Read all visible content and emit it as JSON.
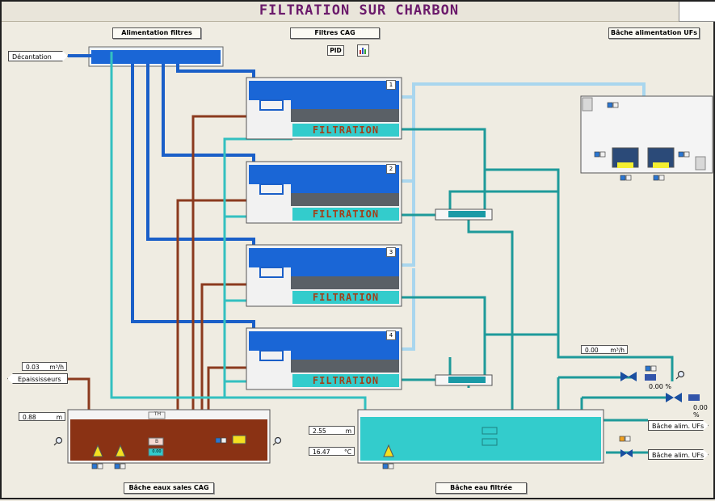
{
  "title": "FILTRATION SUR CHARBON",
  "buttons": {
    "alimentation_filtres": "Alimentation filtres",
    "filtres_cag": "Filtres CAG",
    "bache_alim_ufs": "Bâche alimentation UFs",
    "bache_eaux_sales": "Bâche eaux sales CAG",
    "bache_eau_filtree": "Bâche eau filtrée",
    "pid": "PID"
  },
  "tags": {
    "decantation": "Décantation",
    "epaississeurs": "Epaississeurs",
    "bache_alim_ufs_1": "Bâche alim. UFs",
    "bache_alim_ufs_2": "Bâche alim. UFs"
  },
  "filters": [
    {
      "number": "1",
      "label": "FILTRATION"
    },
    {
      "number": "2",
      "label": "FILTRATION"
    },
    {
      "number": "3",
      "label": "FILTRATION"
    },
    {
      "number": "4",
      "label": "FILTRATION"
    }
  ],
  "measurements": {
    "epaississeurs_flow": {
      "value": "0.03",
      "unit": "m³/h"
    },
    "bache_sales_level": {
      "value": "0.88",
      "unit": "m"
    },
    "bache_filtree_level": {
      "value": "2.55",
      "unit": "m"
    },
    "bache_filtree_temp": {
      "value": "16.47",
      "unit": "°C"
    },
    "uf_flow": {
      "value": "0.00",
      "unit": "m³/h"
    }
  },
  "valve_percent": [
    "0.00 %",
    "0.00 %"
  ],
  "tank_labels": {
    "th": "TH",
    "b": "B",
    "sub": "0.00"
  },
  "colors": {
    "water_blue": "#1a66d6",
    "cyan_water": "#33cccc",
    "brown_pipe": "#8b3a1e",
    "light_blue_pipe": "#a9d6ee",
    "teal_pipe": "#1e9a9a",
    "sludge": "#8a3214",
    "title": "#6b1a6b"
  },
  "icons": {
    "magnifier": "magnifier-icon",
    "chart": "chart-icon",
    "pump": "pump-icon",
    "valve": "valve-icon"
  }
}
